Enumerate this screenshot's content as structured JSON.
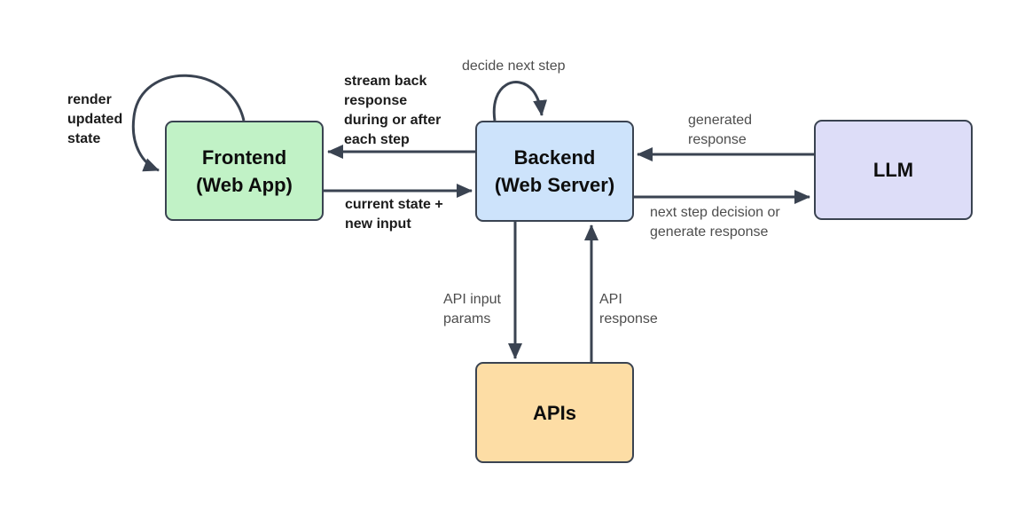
{
  "colors": {
    "background": "#FFFFFF",
    "stroke": "#3A4351",
    "label_dark": "#1C1C1C",
    "label_gray": "#4D4D4D",
    "frontend_fill": "#C1F2C6",
    "backend_fill": "#CDE3FB",
    "llm_fill": "#DDDDF8",
    "apis_fill": "#FDDDA5"
  },
  "nodes": [
    {
      "id": "frontend",
      "label": "Frontend\n(Web App)",
      "fill": "#C1F2C6"
    },
    {
      "id": "backend",
      "label": "Backend\n(Web Server)",
      "fill": "#CDE3FB"
    },
    {
      "id": "llm",
      "label": "LLM",
      "fill": "#DDDDF8"
    },
    {
      "id": "apis",
      "label": "APIs",
      "fill": "#FDDDA5"
    }
  ],
  "edges": [
    {
      "from": "frontend",
      "to": "frontend",
      "label": "render\nupdated\nstate",
      "style": "bold"
    },
    {
      "from": "backend",
      "to": "frontend",
      "label": "stream back\nresponse\nduring or after\neach step",
      "style": "bold"
    },
    {
      "from": "frontend",
      "to": "backend",
      "label": "current state +\nnew input",
      "style": "bold"
    },
    {
      "from": "backend",
      "to": "backend",
      "label": "decide next step",
      "style": "regular"
    },
    {
      "from": "llm",
      "to": "backend",
      "label": "generated\nresponse",
      "style": "regular"
    },
    {
      "from": "backend",
      "to": "llm",
      "label": "next step decision or\ngenerate response",
      "style": "regular"
    },
    {
      "from": "backend",
      "to": "apis",
      "label": "API input\nparams",
      "style": "regular"
    },
    {
      "from": "apis",
      "to": "backend",
      "label": "API\nresponse",
      "style": "regular"
    }
  ]
}
